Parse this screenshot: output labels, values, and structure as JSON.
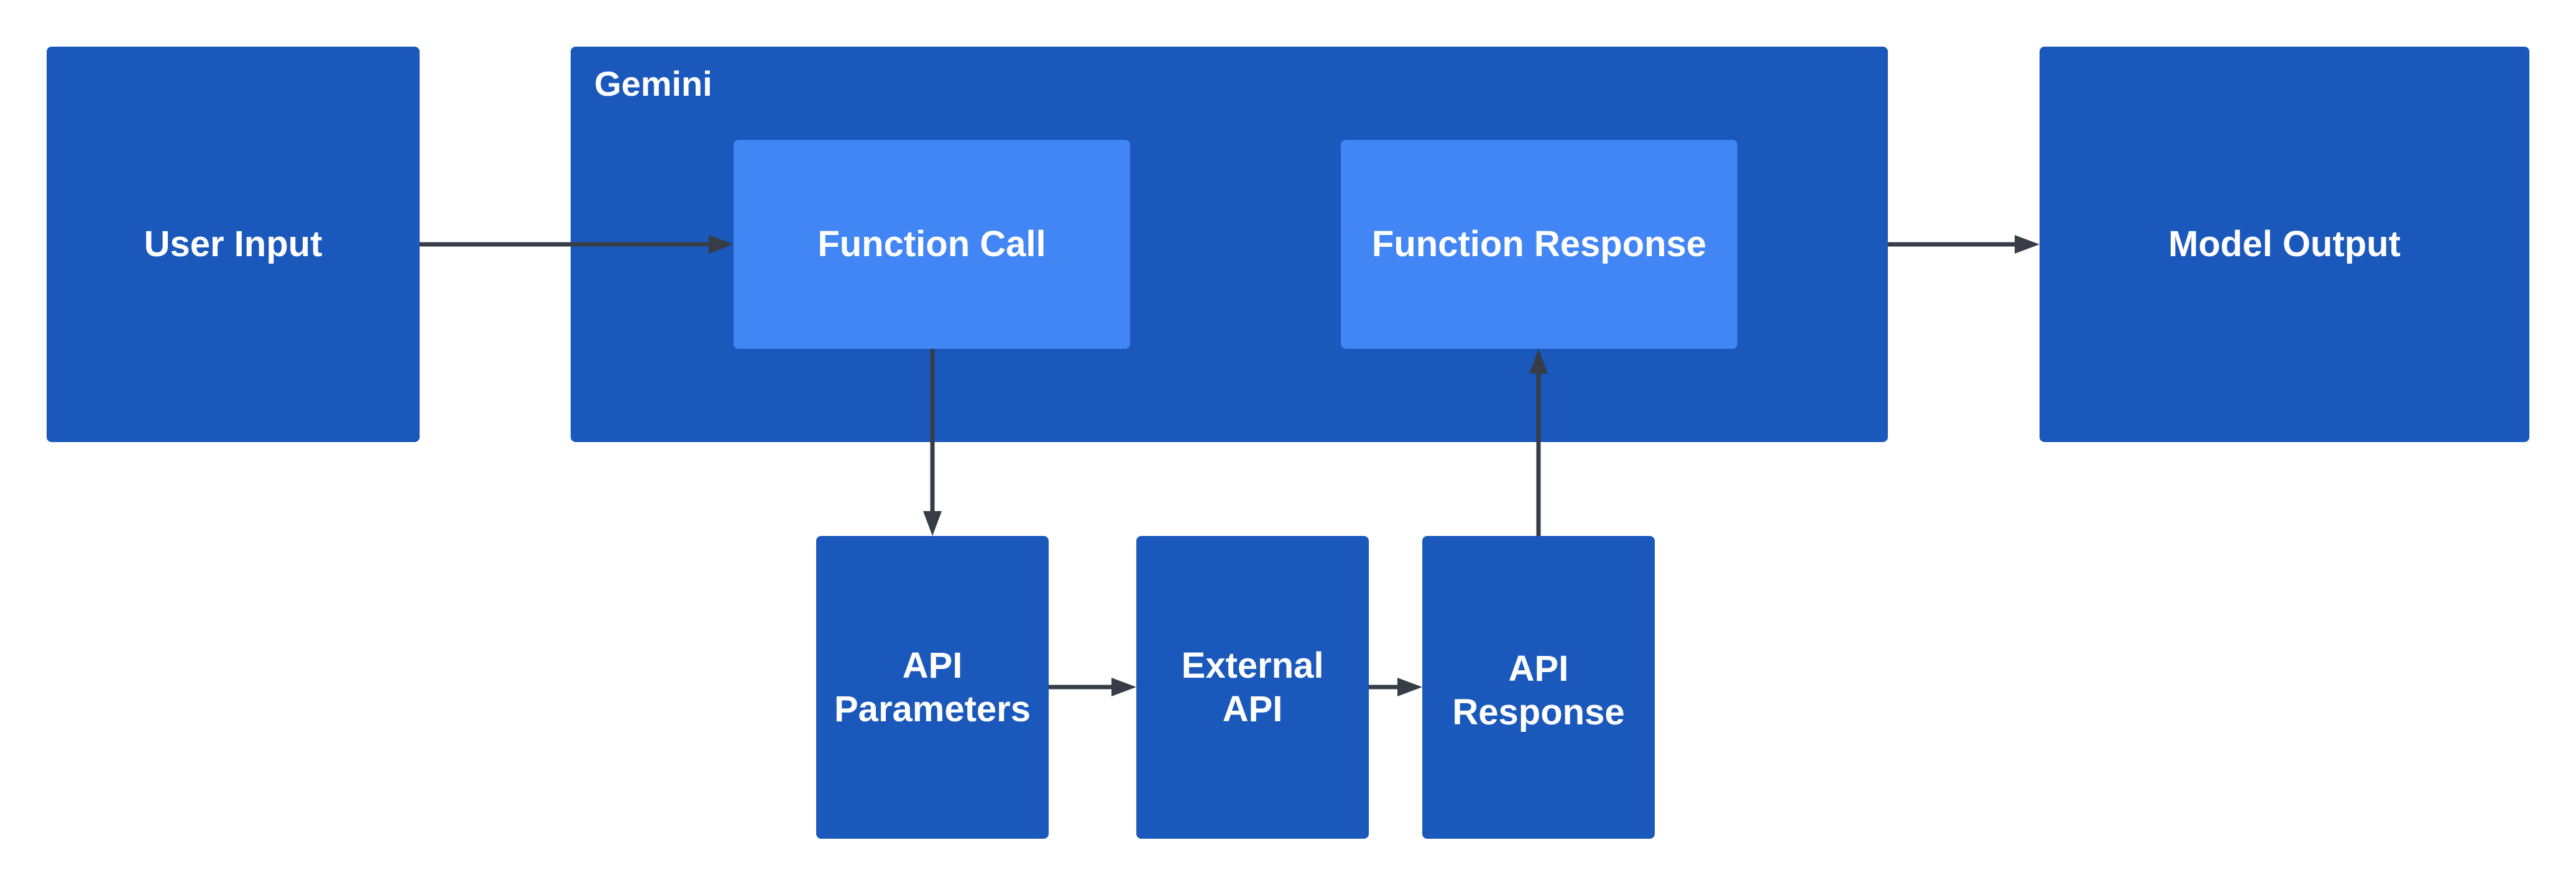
{
  "diagram": {
    "colors": {
      "box": "#1a58bb",
      "inner_box": "#4285f4",
      "text": "#ffffff",
      "arrow": "#363d47",
      "background": "#ffffff"
    },
    "user_input": {
      "label": "User Input"
    },
    "gemini": {
      "title": "Gemini",
      "function_call": {
        "label": "Function Call"
      },
      "function_response": {
        "label": "Function Response"
      }
    },
    "model_output": {
      "label": "Model Output"
    },
    "api_parameters": {
      "label": "API\nParameters"
    },
    "external_api": {
      "label": "External\nAPI"
    },
    "api_response": {
      "label": "API\nResponse"
    },
    "edges": [
      {
        "from": "User Input",
        "to": "Function Call"
      },
      {
        "from": "Function Call",
        "to": "API Parameters"
      },
      {
        "from": "API Parameters",
        "to": "External API"
      },
      {
        "from": "External API",
        "to": "API Response"
      },
      {
        "from": "API Response",
        "to": "Function Response"
      },
      {
        "from": "Gemini",
        "to": "Model Output"
      }
    ]
  }
}
